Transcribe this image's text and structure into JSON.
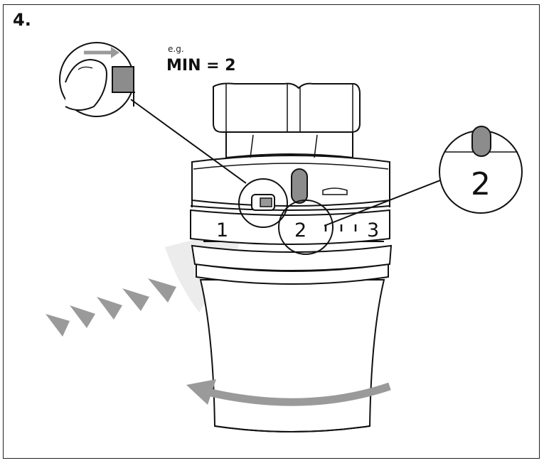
{
  "step_label": "4.",
  "note_prefix": "e.g.",
  "setting_text": "MIN = 2",
  "scale": {
    "mark_1": "1",
    "mark_2": "2",
    "mark_3": "3"
  },
  "callout_value": "2",
  "colors": {
    "stroke": "#111111",
    "arrow_gray": "#9a9a9a",
    "marker_gray": "#8c8c8c",
    "shade": "#e9e9e9"
  },
  "icons": [
    "finger-push-icon",
    "rotate-arrow-icon",
    "direction-chevrons-icon"
  ]
}
